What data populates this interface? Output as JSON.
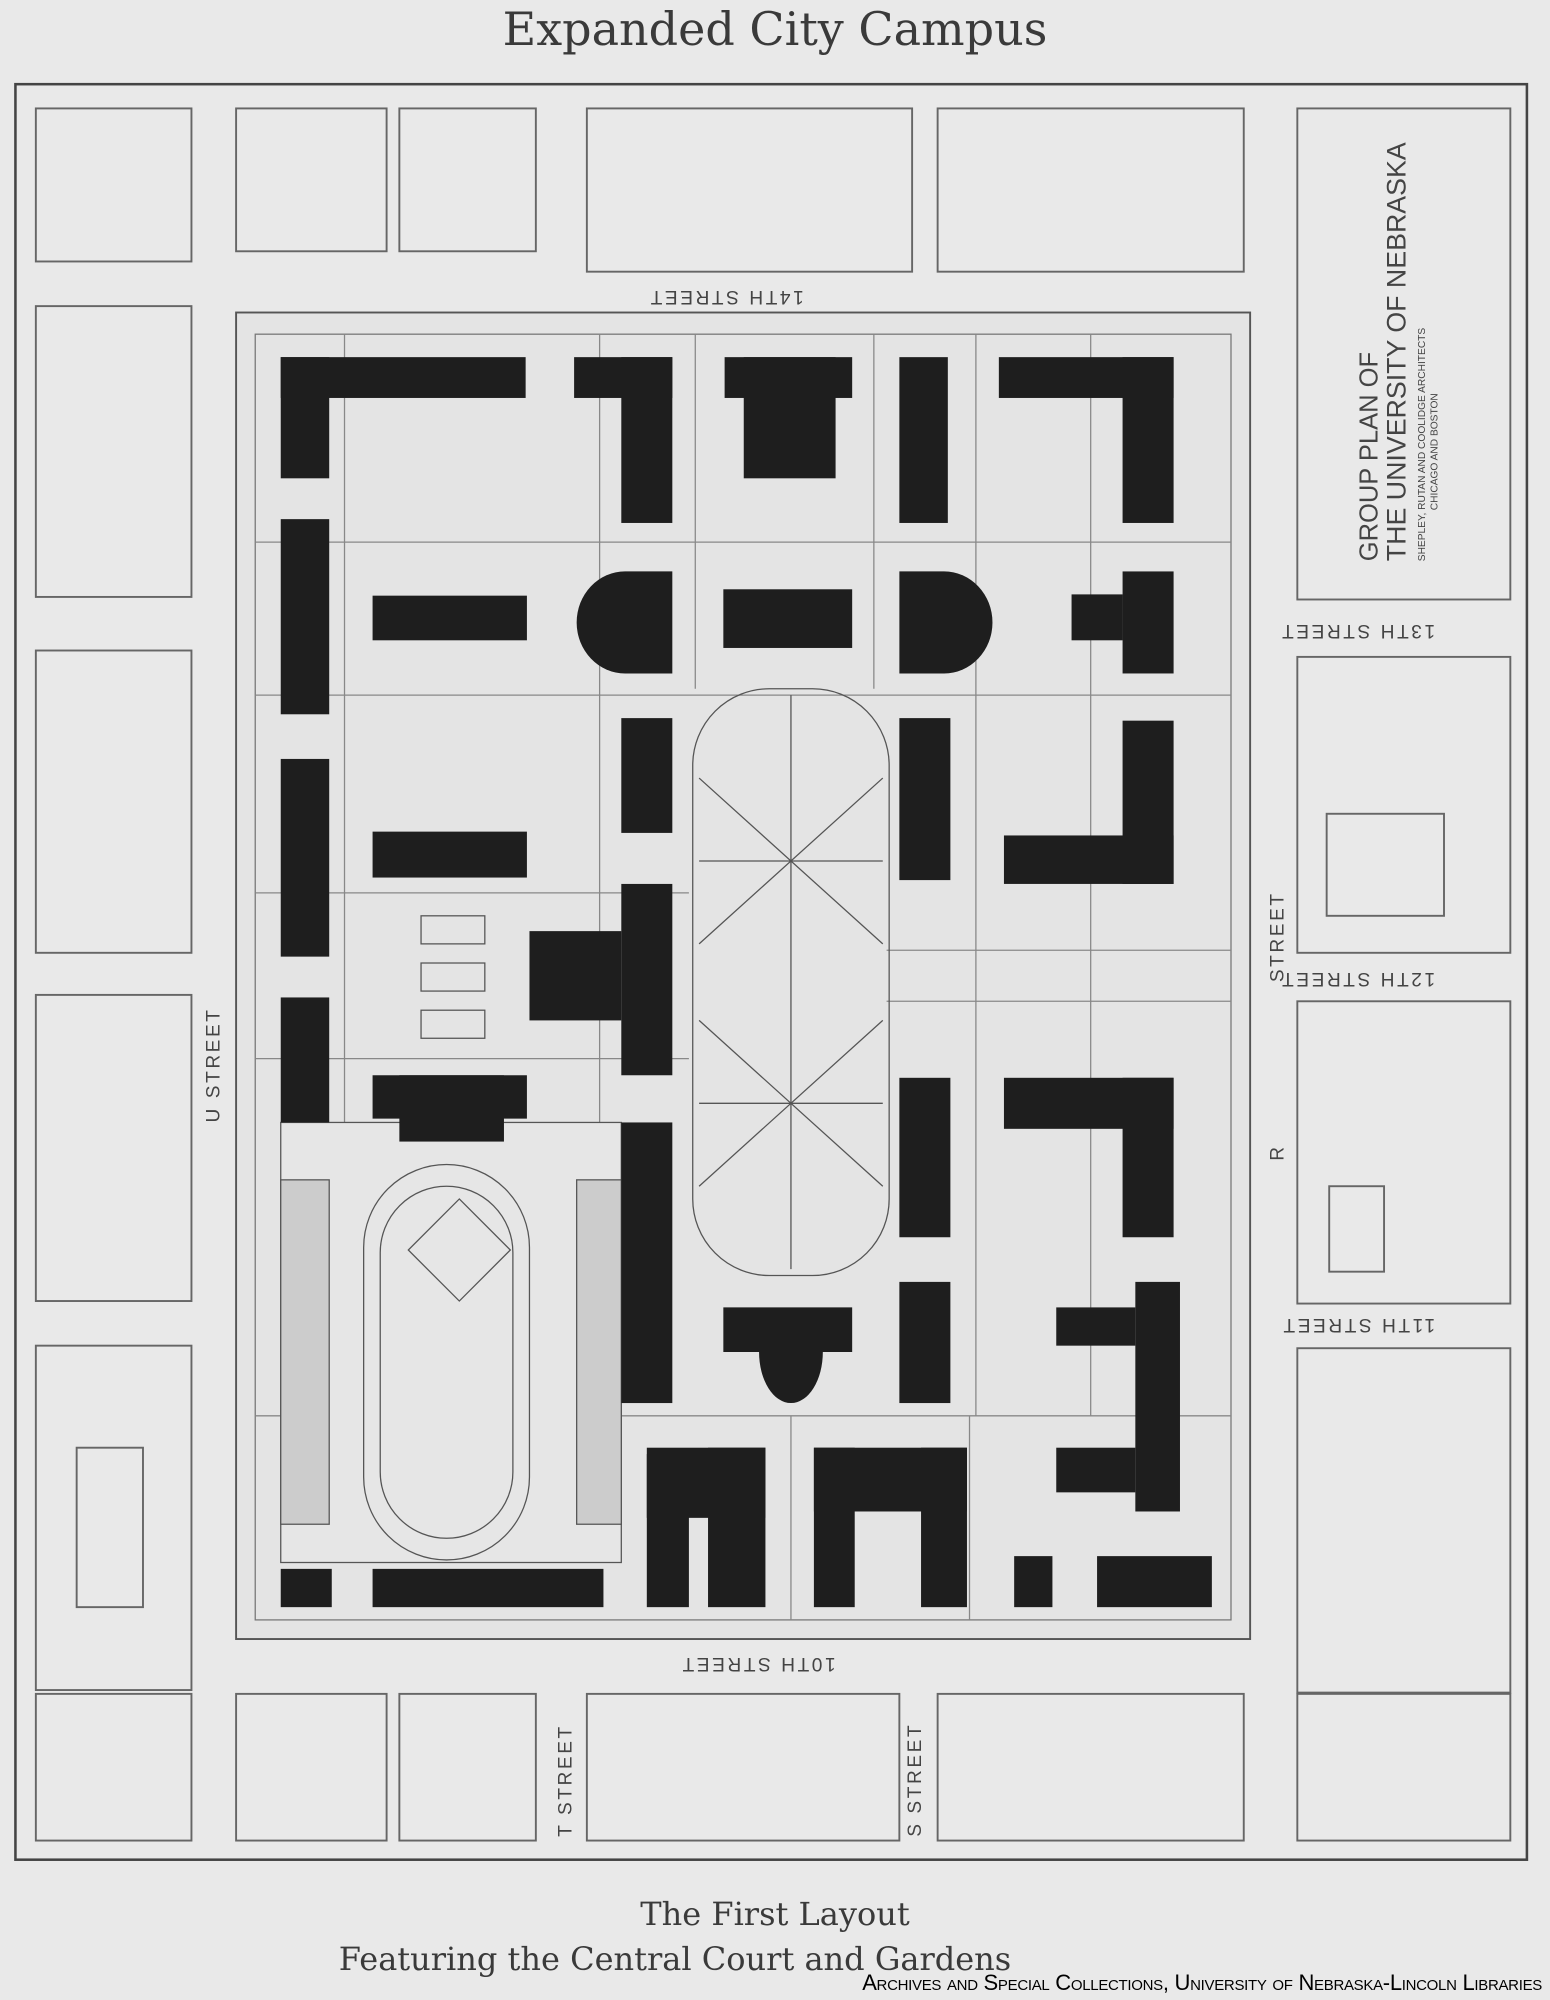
{
  "title": "Expanded City Campus",
  "caption": {
    "line1": "The First Layout",
    "line2": "Featuring the Central Court and Gardens"
  },
  "credit": "Archives and Special Collections, University of Nebraska-Lincoln Libraries",
  "plan_label": {
    "line1": "GROUP PLAN OF",
    "line2": "THE UNIVERSITY OF NEBRASKA",
    "line3": "SHEPLEY, RUTAN AND COOLIDGE   ARCHITECTS",
    "line4": "CHICAGO AND BOSTON"
  },
  "streets": {
    "s14": "14TH STREET",
    "s13": "13TH STREET",
    "s12": "12TH STREET",
    "s11": "11TH STREET",
    "s10": "10TH STREET",
    "u": "U STREET",
    "t": "T STREET",
    "s": "S STREET",
    "r_street": "STREET",
    "r": "R"
  },
  "colors": {
    "paper": "#e9e9e9",
    "building": "#1e1e1e",
    "line": "#555555"
  }
}
